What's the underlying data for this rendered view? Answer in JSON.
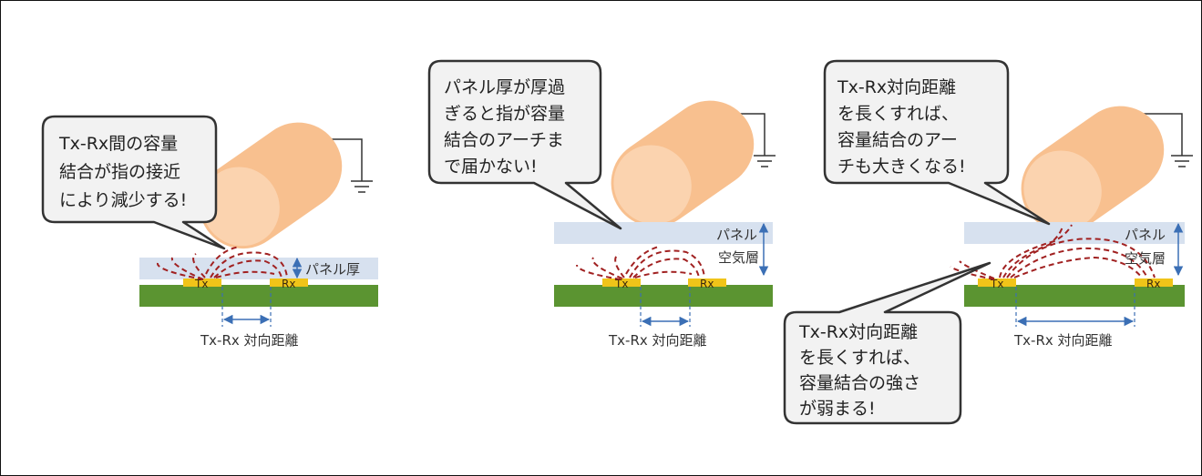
{
  "colors": {
    "board": "#5b9431",
    "pad": "#f0c419",
    "panel": "#d7e1ef",
    "field_line": "#a12121",
    "finger": "#f8c08f",
    "finger_tip": "#fbd3af",
    "dimension": "#3b6fb5",
    "bubble_fill": "#f2f2f2",
    "bubble_stroke": "#333333"
  },
  "panels": [
    {
      "bubble": [
        "Tx-Rx間の容量",
        "結合が指の接近",
        "により減少する!"
      ],
      "tx_label": "Tx",
      "rx_label": "Rx",
      "panel_label": "パネル厚",
      "distance_label": "Tx-Rx 対向距離"
    },
    {
      "bubble": [
        "パネル厚が厚過",
        "ぎると指が容量",
        "結合のアーチま",
        "で届かない!"
      ],
      "tx_label": "Tx",
      "rx_label": "Rx",
      "panel_label": "パネル",
      "air_label": "空気層",
      "distance_label": "Tx-Rx 対向距離"
    },
    {
      "bubble_top": [
        "Tx-Rx対向距離",
        "を長くすれば、",
        "容量結合のアー",
        "チも大きくなる!"
      ],
      "bubble_bottom": [
        "Tx-Rx対向距離",
        "を長くすれば、",
        "容量結合の強さ",
        "が弱まる!"
      ],
      "tx_label": "Tx",
      "rx_label": "Rx",
      "panel_label": "パネル",
      "air_label": "空気層",
      "distance_label": "Tx-Rx 対向距離"
    }
  ]
}
